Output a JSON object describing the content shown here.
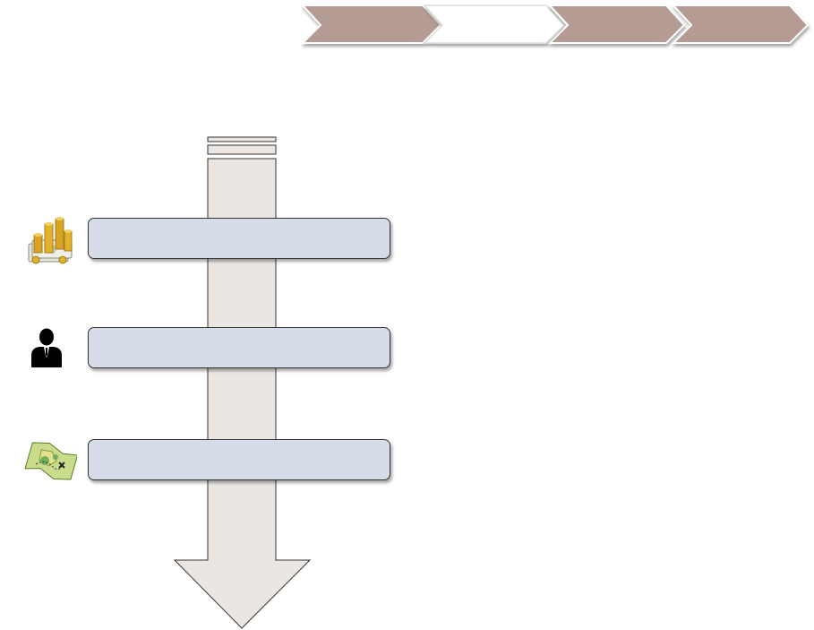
{
  "process_steps": [
    {
      "label": "",
      "state": "done",
      "color": "#b49c94"
    },
    {
      "label": "",
      "state": "current",
      "color": "#ffffff"
    },
    {
      "label": "",
      "state": "todo",
      "color": "#b49c94"
    },
    {
      "label": "",
      "state": "todo",
      "color": "#b49c94"
    }
  ],
  "flow": {
    "arrow_color": "#ebe6e2",
    "box_color": "#d6dde8",
    "stages": [
      {
        "icon": "money-icon",
        "label": ""
      },
      {
        "icon": "person-icon",
        "label": ""
      },
      {
        "icon": "map-icon",
        "label": ""
      }
    ]
  }
}
